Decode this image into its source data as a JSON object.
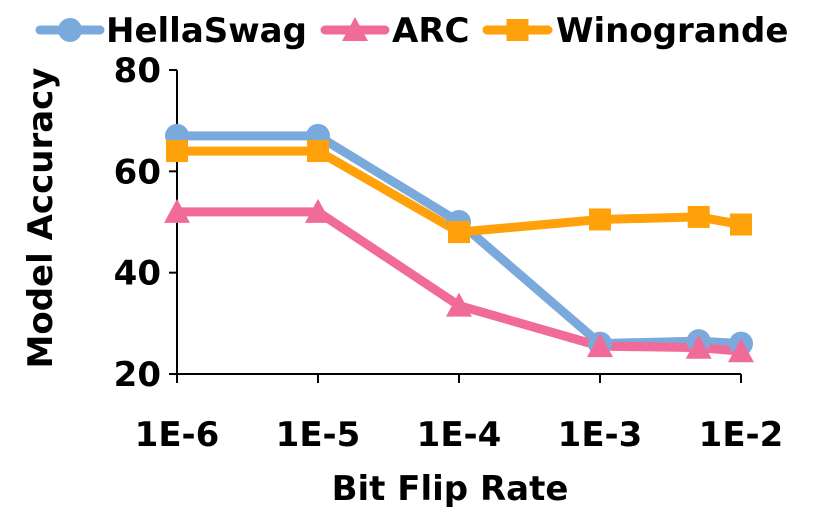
{
  "chart_data": {
    "type": "line",
    "x": [
      "1E-6",
      "1E-5",
      "1E-4",
      "1E-3",
      "1E-2"
    ],
    "xlabel": "Bit Flip Rate",
    "ylabel": "Model Accuracy",
    "ylim": [
      20,
      80
    ],
    "yticks": [
      20,
      40,
      60,
      80
    ],
    "x_scale": "log",
    "grid": false,
    "legend_position": "top",
    "series": [
      {
        "name": "HellaSwag",
        "color": "#7aaadc",
        "marker": "circle",
        "points": [
          [
            -6,
            67
          ],
          [
            -5,
            67
          ],
          [
            -4,
            50
          ],
          [
            -3,
            26
          ],
          [
            -2.3,
            26.5
          ],
          [
            -2,
            26
          ]
        ]
      },
      {
        "name": "ARC",
        "color": "#f06b9a",
        "marker": "triangle",
        "points": [
          [
            -6,
            52
          ],
          [
            -5,
            52
          ],
          [
            -4,
            33.5
          ],
          [
            -3,
            25.5
          ],
          [
            -2.3,
            25.2
          ],
          [
            -2,
            24.5
          ]
        ]
      },
      {
        "name": "Winogrande",
        "color": "#ffa10a",
        "marker": "square",
        "points": [
          [
            -6,
            64
          ],
          [
            -5,
            64
          ],
          [
            -4,
            48
          ],
          [
            -3,
            50.5
          ],
          [
            -2.3,
            51
          ],
          [
            -2,
            49.5
          ]
        ]
      }
    ]
  }
}
